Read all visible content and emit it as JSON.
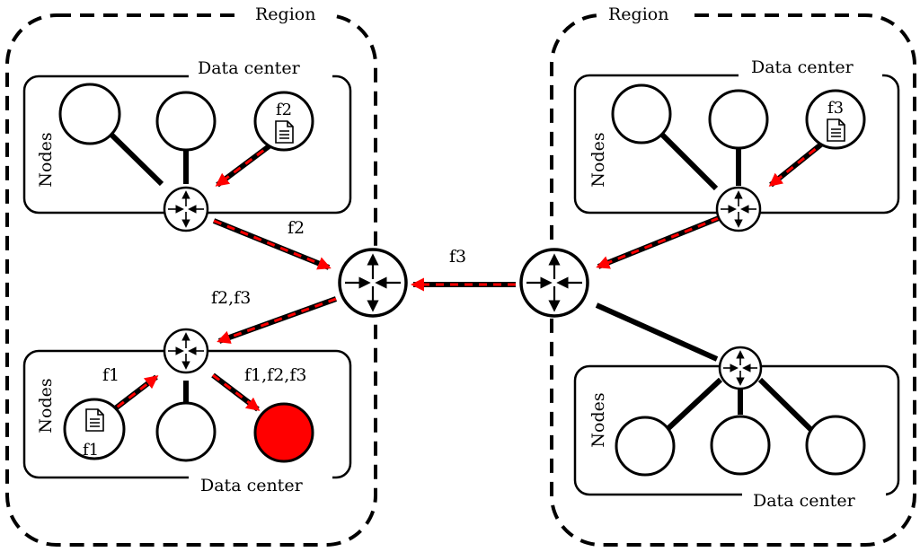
{
  "diagram": {
    "regions": [
      {
        "label": "Region"
      },
      {
        "label": "Region"
      }
    ],
    "datacenters": [
      {
        "label": "Data center",
        "nodes_label": "Nodes"
      },
      {
        "label": "Data center",
        "nodes_label": "Nodes"
      },
      {
        "label": "Data center",
        "nodes_label": "Nodes"
      },
      {
        "label": "Data center",
        "nodes_label": "Nodes"
      }
    ],
    "file_labels": {
      "dc1_file": "f2",
      "dc2_file": "f1",
      "dc3_file": "f3"
    },
    "flow_labels": {
      "dc1_to_region": "f2",
      "region_to_dc2": "f2,f3",
      "region_link": "f3",
      "dc2_node_to_router": "f1",
      "dc2_router_to_target": "f1,f2,f3"
    },
    "colors": {
      "flow": "#ff0000",
      "target_node": "#ff0000",
      "stroke": "#000000"
    }
  }
}
